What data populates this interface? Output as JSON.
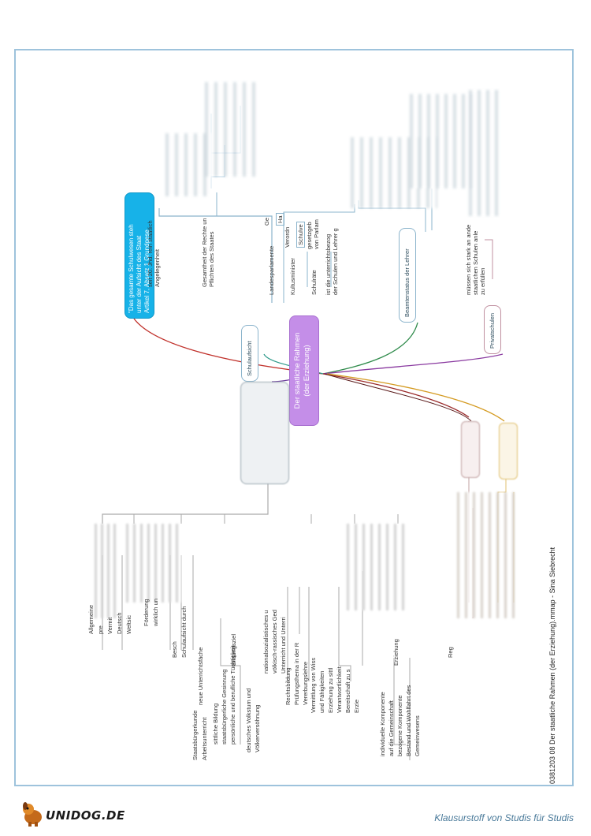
{
  "center": {
    "line1": "Der staatliche Rahmen",
    "line2": "(der Erziehung)"
  },
  "quote": {
    "text_lines": [
      "\"Das gesamte Schulwesen steh",
      "unter der Aufsicht des Staat",
      "Artikel 7, Absatz 1 Grundgese"
    ]
  },
  "branches": {
    "schulaufsicht": "Schulaufsicht",
    "beamtenstatus": "Beamtenstatus der Lehrer",
    "privatschulen": "Privatschulen"
  },
  "schulaufsicht_children": {
    "item1": [
      "seit 20. Jhd. rein staatlich",
      "Angelegenheit"
    ],
    "item2": [
      "Gesamtheit der Rechte un",
      "Pflichten des Staates"
    ],
    "landesparlamente": "Landesparlamente",
    "lp_sub1": "Ge",
    "lp_sub2": "Ha",
    "kultusminister": "Kultusminister",
    "km_sub1": "Verordn",
    "km_sub2": "Schulve",
    "schulraete": "Schulräte",
    "sr_sub": [
      "gesetzgeb",
      "von Parlam"
    ],
    "item_last": [
      "ist die unterrichtsbezog",
      "der Schulen und Lehrer g"
    ]
  },
  "privatschulen_child": [
    "müssen sich stark an ande",
    "staatlichen Schulen anle",
    "zu erfüllen"
  ],
  "left_lists": {
    "col1": [
      "Allgemeine",
      "pre",
      "Vermit",
      "Deutsch",
      "Weltsic"
    ],
    "col2": [
      "Förderung",
      "wirklich un"
    ],
    "col3": [
      "Besch",
      "Schulaufsicht durch"
    ],
    "col4": [
      "Staatsbürgerkunde",
      "Arbeitsunterricht"
    ],
    "col5": [
      "neue Unterrichtsfäche"
    ],
    "col6": [
      "sittliche Bildung",
      "staatsbürgerliche Gesinnung",
      "persönliche und berufliche Tüchtigkeit"
    ],
    "col7": [
      "Bildungsziel"
    ],
    "col8": [
      "deutsches Volkstum und",
      "Völkerversöhnung"
    ],
    "col9": [
      "nationalsozialistisches u",
      "völkisch-rassisches Ged",
      "Unterricht und Unterri"
    ],
    "col10": [
      "Rechtsbildung",
      "Prüfungsthema in der R",
      "Vererbungslehre"
    ],
    "col11": [
      "Vermittlung von Wiss",
      "und Fähigkeiten",
      "Erziehung zu sittl",
      "Verantwortlichkeit",
      "Bereitschaft zu s",
      "Erzie"
    ],
    "col12": [
      "individuelle Komponente",
      "auf die Gemeinschaft",
      "bezogene Komponente",
      "Bestand und Wohlfahrt des",
      "Gemeinwesens"
    ],
    "col13": [
      "Erziehung"
    ],
    "col14": [
      "Reg"
    ]
  },
  "footer": {
    "vertical": "0381203 08 Der staatliche Rahmen (der Erziehung).mmap - Sina Siebrecht",
    "logo": "UNIDOG.DE",
    "slogan": "Klausurstoff von Studis für Studis"
  },
  "colors": {
    "quote_bg": "#17b2e8",
    "center_bg": "#c48ee8",
    "frame": "#9ec3dc"
  }
}
